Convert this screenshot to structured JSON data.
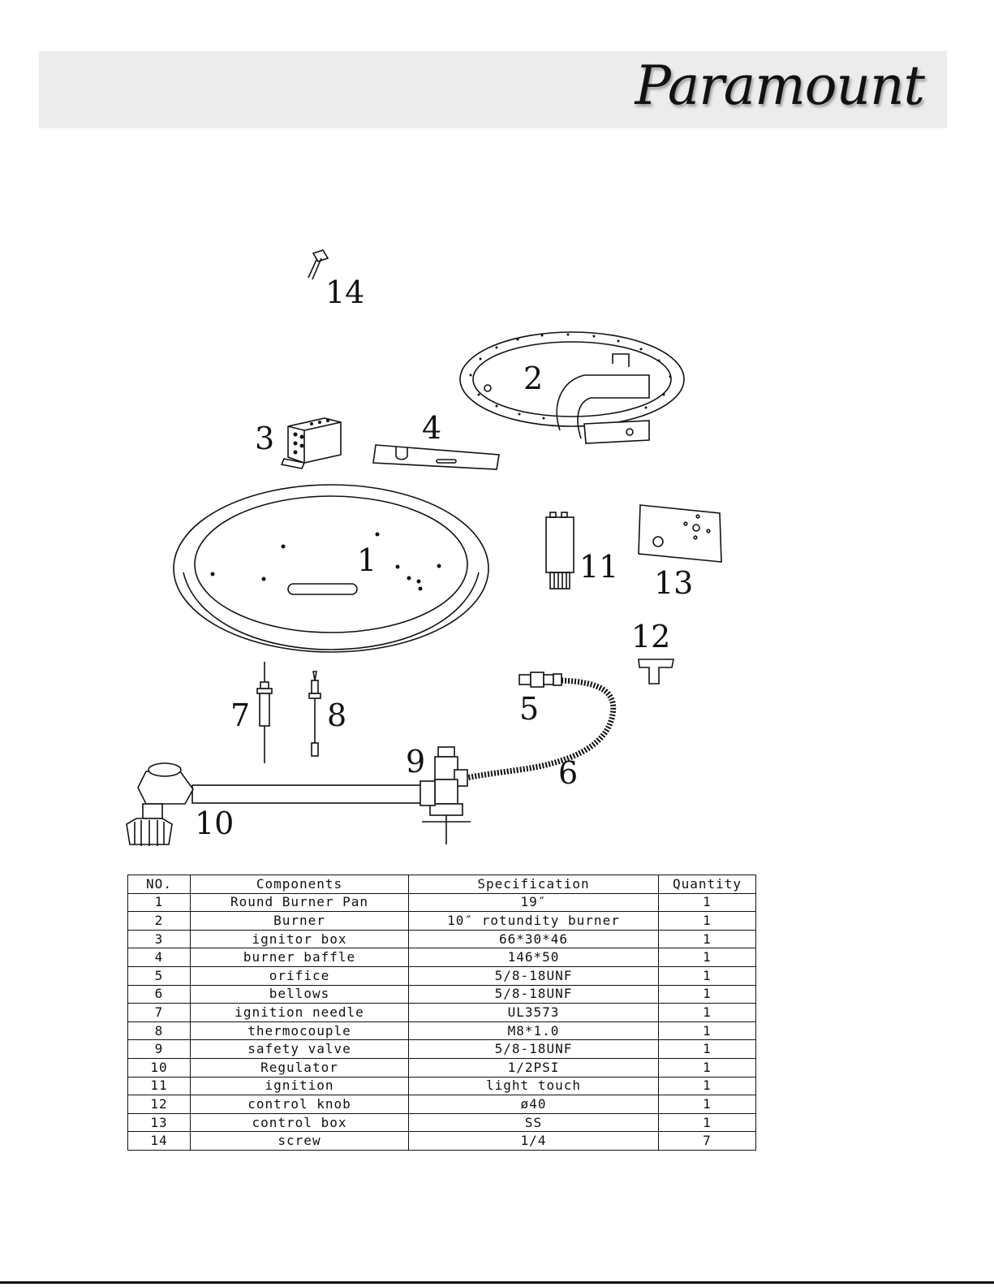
{
  "header": {
    "brand": "Paramount"
  },
  "diagram": {
    "callouts": [
      "1",
      "2",
      "3",
      "4",
      "5",
      "6",
      "7",
      "8",
      "9",
      "10",
      "11",
      "12",
      "13",
      "14"
    ]
  },
  "parts_table": {
    "headers": [
      "NO.",
      "Components",
      "Specification",
      "Quantity"
    ],
    "rows": [
      [
        "1",
        "Round Burner Pan",
        "19″",
        "1"
      ],
      [
        "2",
        "Burner",
        "10″ rotundity burner",
        "1"
      ],
      [
        "3",
        "ignitor box",
        "66*30*46",
        "1"
      ],
      [
        "4",
        "burner baffle",
        "146*50",
        "1"
      ],
      [
        "5",
        "orifice",
        "5/8-18UNF",
        "1"
      ],
      [
        "6",
        "bellows",
        "5/8-18UNF",
        "1"
      ],
      [
        "7",
        "ignition needle",
        "UL3573",
        "1"
      ],
      [
        "8",
        "thermocouple",
        "M8*1.0",
        "1"
      ],
      [
        "9",
        "safety valve",
        "5/8-18UNF",
        "1"
      ],
      [
        "10",
        "Regulator",
        "1/2PSI",
        "1"
      ],
      [
        "11",
        "ignition",
        "light touch",
        "1"
      ],
      [
        "12",
        "control knob",
        "ø40",
        "1"
      ],
      [
        "13",
        "control box",
        "SS",
        "1"
      ],
      [
        "14",
        "screw",
        "1/4",
        "7"
      ]
    ]
  }
}
